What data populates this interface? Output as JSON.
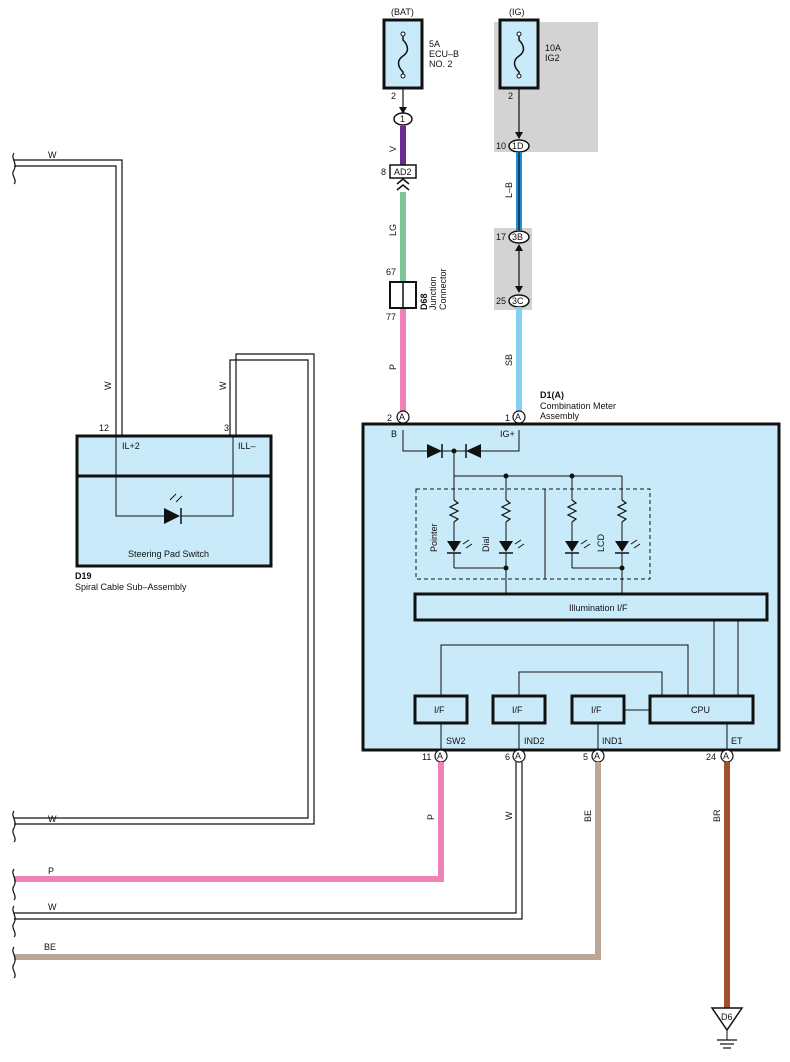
{
  "colors": {
    "violet": "#6b2c91",
    "light_green": "#7dc49a",
    "pink": "#ee82b6",
    "blue": "#1f8dd6",
    "sky_blue": "#86d0f0",
    "beige": "#bba796",
    "brown": "#a0522d",
    "panel_fill": "#c9eaf8",
    "grey_fill": "#d3d3d3"
  },
  "fuses": {
    "bat": {
      "source": "(BAT)",
      "rating": "5A",
      "name1": "ECU–B",
      "name2": "NO. 2",
      "pin": "2"
    },
    "ig": {
      "source": "(IG)",
      "rating": "10A",
      "name1": "IG2",
      "pin": "2"
    }
  },
  "connectors": {
    "c1": "1",
    "ad2": "AD2",
    "ad2_pin": "8",
    "c1d": "1D",
    "c1d_pin": "10",
    "c3b": "3B",
    "c3b_pin": "17",
    "c3c": "3C",
    "c3c_pin": "25",
    "j_pin_top": "67",
    "j_pin_bottom": "77"
  },
  "junction": {
    "id": "D68",
    "name1": "Junction",
    "name2": "Connector"
  },
  "wires": {
    "v": "V",
    "lg": "LG",
    "p": "P",
    "lb": "L–B",
    "sb": "SB",
    "w": "W",
    "be": "BE",
    "br": "BR"
  },
  "meter": {
    "id": "D1(A)",
    "name1": "Combination Meter",
    "name2": "Assembly",
    "top_pins": [
      {
        "num": "2",
        "conn": "A",
        "label": "B"
      },
      {
        "num": "1",
        "conn": "A",
        "label": "IG+"
      }
    ],
    "bottom_pins": [
      {
        "num": "11",
        "conn": "A",
        "label": "SW2"
      },
      {
        "num": "6",
        "conn": "A",
        "label": "IND2"
      },
      {
        "num": "5",
        "conn": "A",
        "label": "IND1"
      },
      {
        "num": "24",
        "conn": "A",
        "label": "ET"
      }
    ],
    "lamps": [
      "Pointer",
      "Dial",
      "LCD"
    ],
    "illumination": "Illumination I/F",
    "if_label": "I/F",
    "cpu": "CPU"
  },
  "switch": {
    "id": "D19",
    "name": "Spiral Cable Sub–Assembly",
    "label": "Steering Pad Switch",
    "pin_left_num": "12",
    "pin_left_label": "IL+2",
    "pin_right_num": "3",
    "pin_right_label": "ILL–"
  },
  "ground": "D6"
}
